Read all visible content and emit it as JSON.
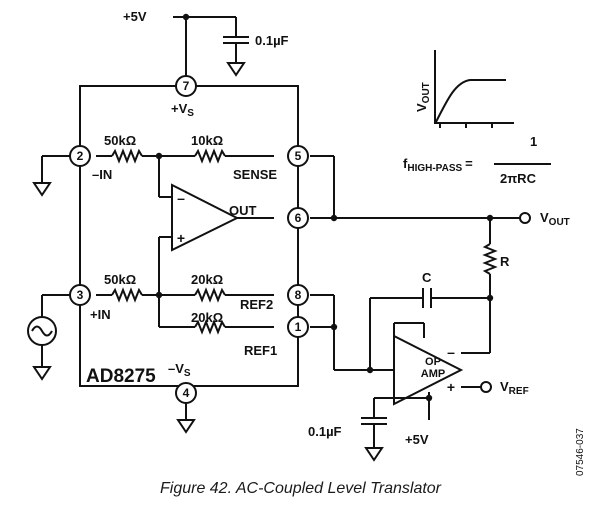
{
  "diagram": {
    "chip_name": "AD8275",
    "supply_top": "+5V",
    "cap_top": "0.1µF",
    "cap_bottom": "0.1µF",
    "supply_bottom": "+5V",
    "pins": {
      "p7": "7",
      "p2": "2",
      "p3": "3",
      "p4": "4",
      "p5": "5",
      "p6": "6",
      "p8": "8",
      "p1": "1"
    },
    "pin_labels": {
      "vs_pos": "+V",
      "vs_pos_sub": "S",
      "in_neg": "–IN",
      "in_pos": "+IN",
      "vs_neg": "–V",
      "vs_neg_sub": "S",
      "sense": "SENSE",
      "out": "OUT",
      "ref2": "REF2",
      "ref1": "REF1"
    },
    "resistors": {
      "r_in_top": "50kΩ",
      "r_fb": "10kΩ",
      "r_in_bot": "50kΩ",
      "r_ref2": "20kΩ",
      "r_ref1": "20kΩ",
      "r": "R",
      "c": "C"
    },
    "opamp": {
      "line1": "OP",
      "line2": "AMP",
      "minus": "–",
      "plus": "+"
    },
    "amp_minus": "–",
    "amp_plus": "+",
    "vout": "V",
    "vout_sub": "OUT",
    "vref": "V",
    "vref_sub": "REF",
    "graph": {
      "y_label": "V",
      "y_label_sub": "OUT"
    },
    "formula": {
      "lhs": "f",
      "lhs_sub": "HIGH-PASS",
      "eq": "=",
      "numerator": "1",
      "denominator": "2πRC"
    },
    "doc_id": "07546-037"
  },
  "caption": "Figure 42. AC-Coupled Level Translator"
}
